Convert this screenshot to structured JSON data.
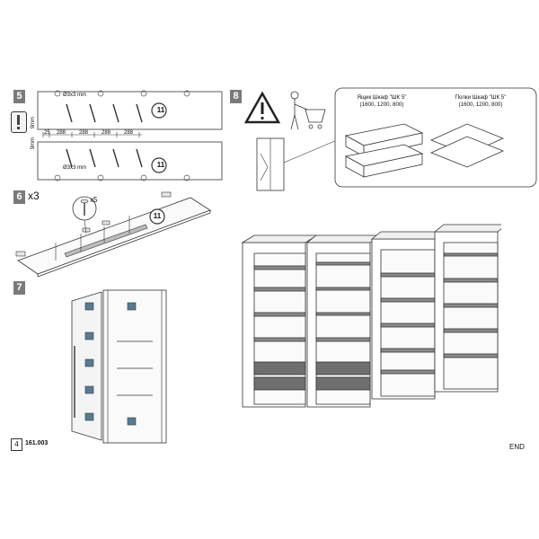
{
  "steps": {
    "s5": "5",
    "s6": "6",
    "s6_mult": "x3",
    "s7": "7",
    "s8": "8"
  },
  "step5": {
    "hole_top": "Ø3x3 mm",
    "hole_bottom": "Ø3x3 mm",
    "dim_25": "25",
    "dim_288a": "288",
    "dim_288b": "288",
    "dim_288c": "288",
    "dim_288d": "288",
    "dim_9mm_top": "9mm",
    "dim_9mm_bottom": "9mm",
    "part_top": "11",
    "part_bottom": "11"
  },
  "step6": {
    "screw_count": "x5",
    "part": "11"
  },
  "step8": {
    "drawer_title": "Ящик Шкаф \"ШК 5\"",
    "drawer_sizes": "(1600, 1200, 800)",
    "shelf_title": "Полки Шкаф \"ШК 5\"",
    "shelf_sizes": "(1600, 1200, 800)"
  },
  "footer": {
    "page_number": "4",
    "doc_code": "161.003",
    "end_label": "END"
  },
  "colors": {
    "line": "#333333",
    "fill_gray": "#7a7a7a",
    "shelf": "#8a8a8a",
    "dark_shelf": "#6f6f6f",
    "bracket_blue": "#5a7a90"
  }
}
